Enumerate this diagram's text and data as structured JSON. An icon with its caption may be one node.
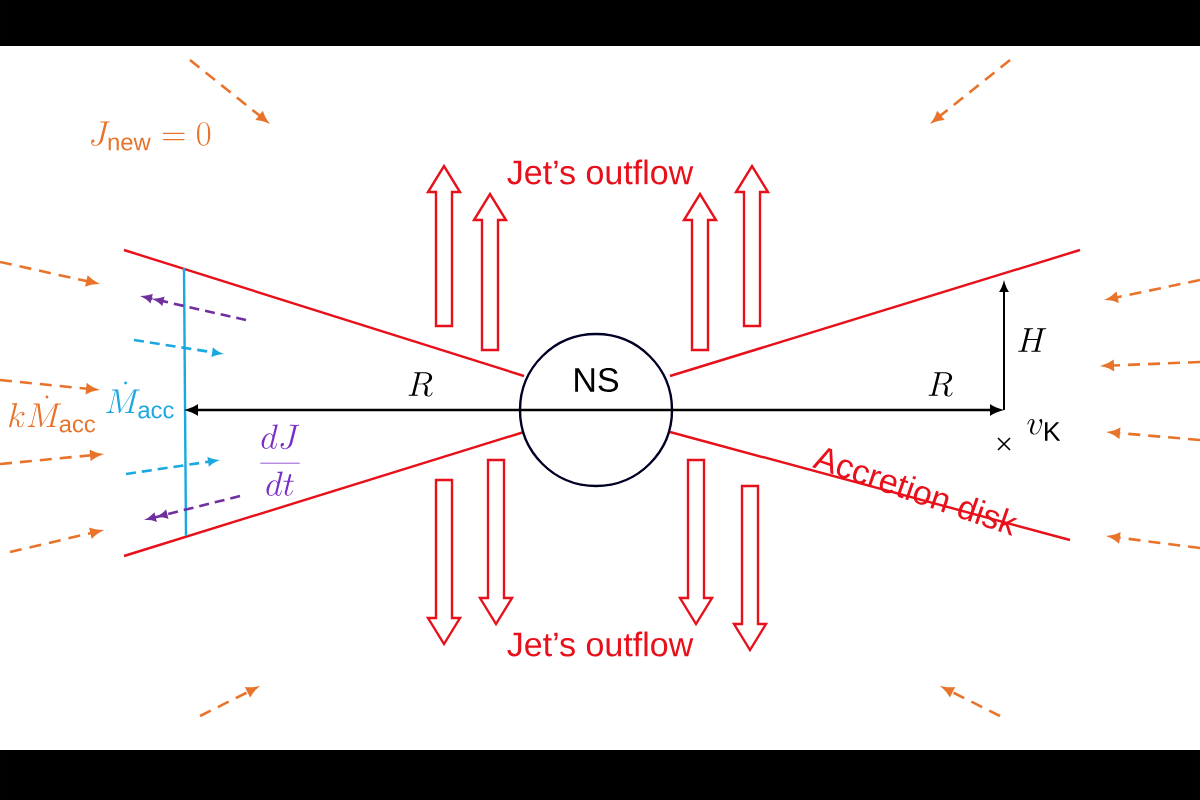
{
  "diagram": {
    "nodes": [
      {
        "text": [
          "NS"
        ]
      }
    ],
    "labels": [
      "J_{\\mathrm{new}}=0",
      "Jet’s outflow",
      "R",
      "R",
      "k\\dot{M}_{\\mathrm{acc}}",
      "\\dot{M}_{\\mathrm{acc}}",
      "\\frac{dJ}{dt}",
      "H",
      "v_{\\mathrm{K}}",
      "Accretion disk",
      "Jet’s outflow"
    ]
  }
}
